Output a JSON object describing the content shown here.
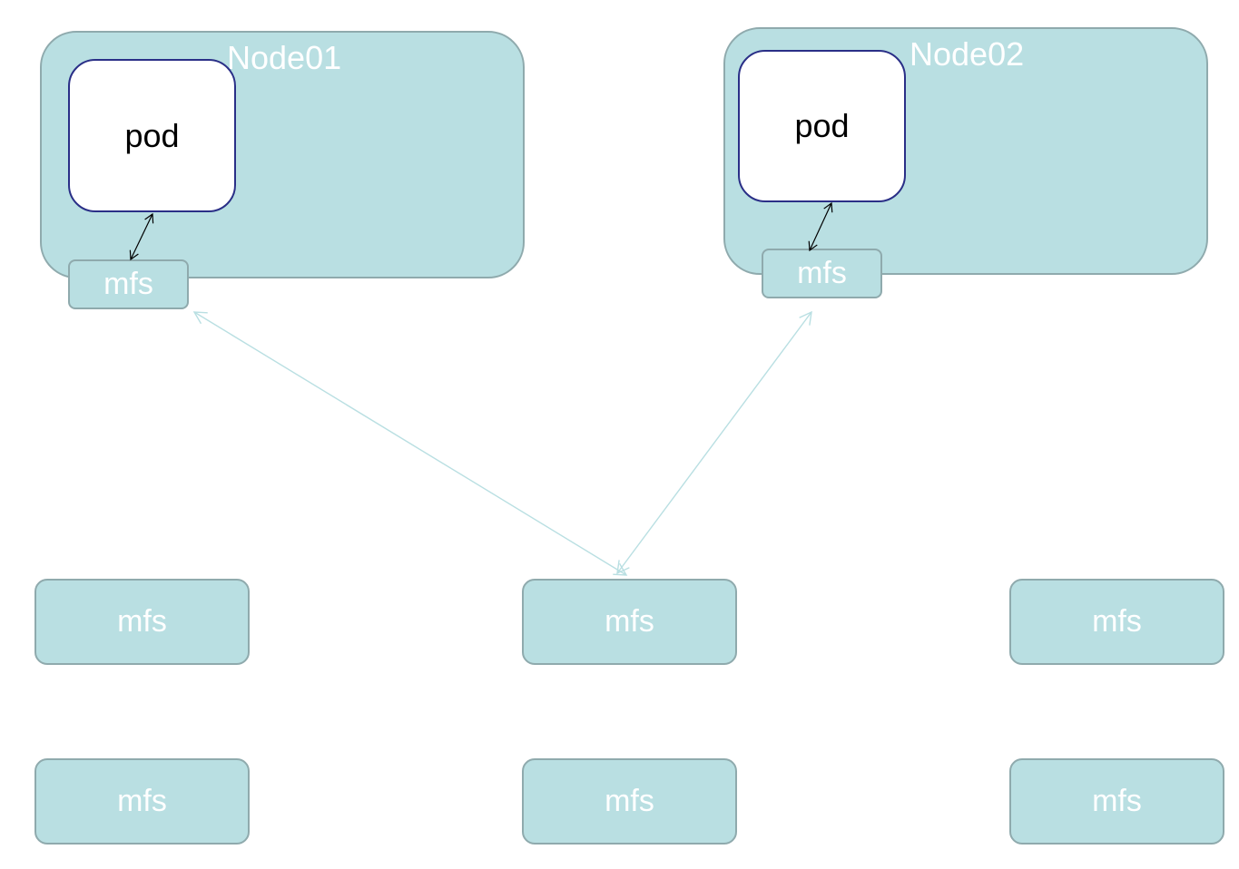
{
  "nodes": [
    {
      "label": "Node01",
      "pod_label": "pod",
      "mfs_label": "mfs"
    },
    {
      "label": "Node02",
      "pod_label": "pod",
      "mfs_label": "mfs"
    }
  ],
  "storage_cluster": [
    [
      "mfs",
      "mfs",
      "mfs"
    ],
    [
      "mfs",
      "mfs",
      "mfs"
    ]
  ],
  "colors": {
    "node_fill": "#b9dfe2",
    "node_border": "#8faaad",
    "pod_border": "#2a2f87",
    "connector_dark": "#000000",
    "connector_light": "#b9dfe2"
  }
}
